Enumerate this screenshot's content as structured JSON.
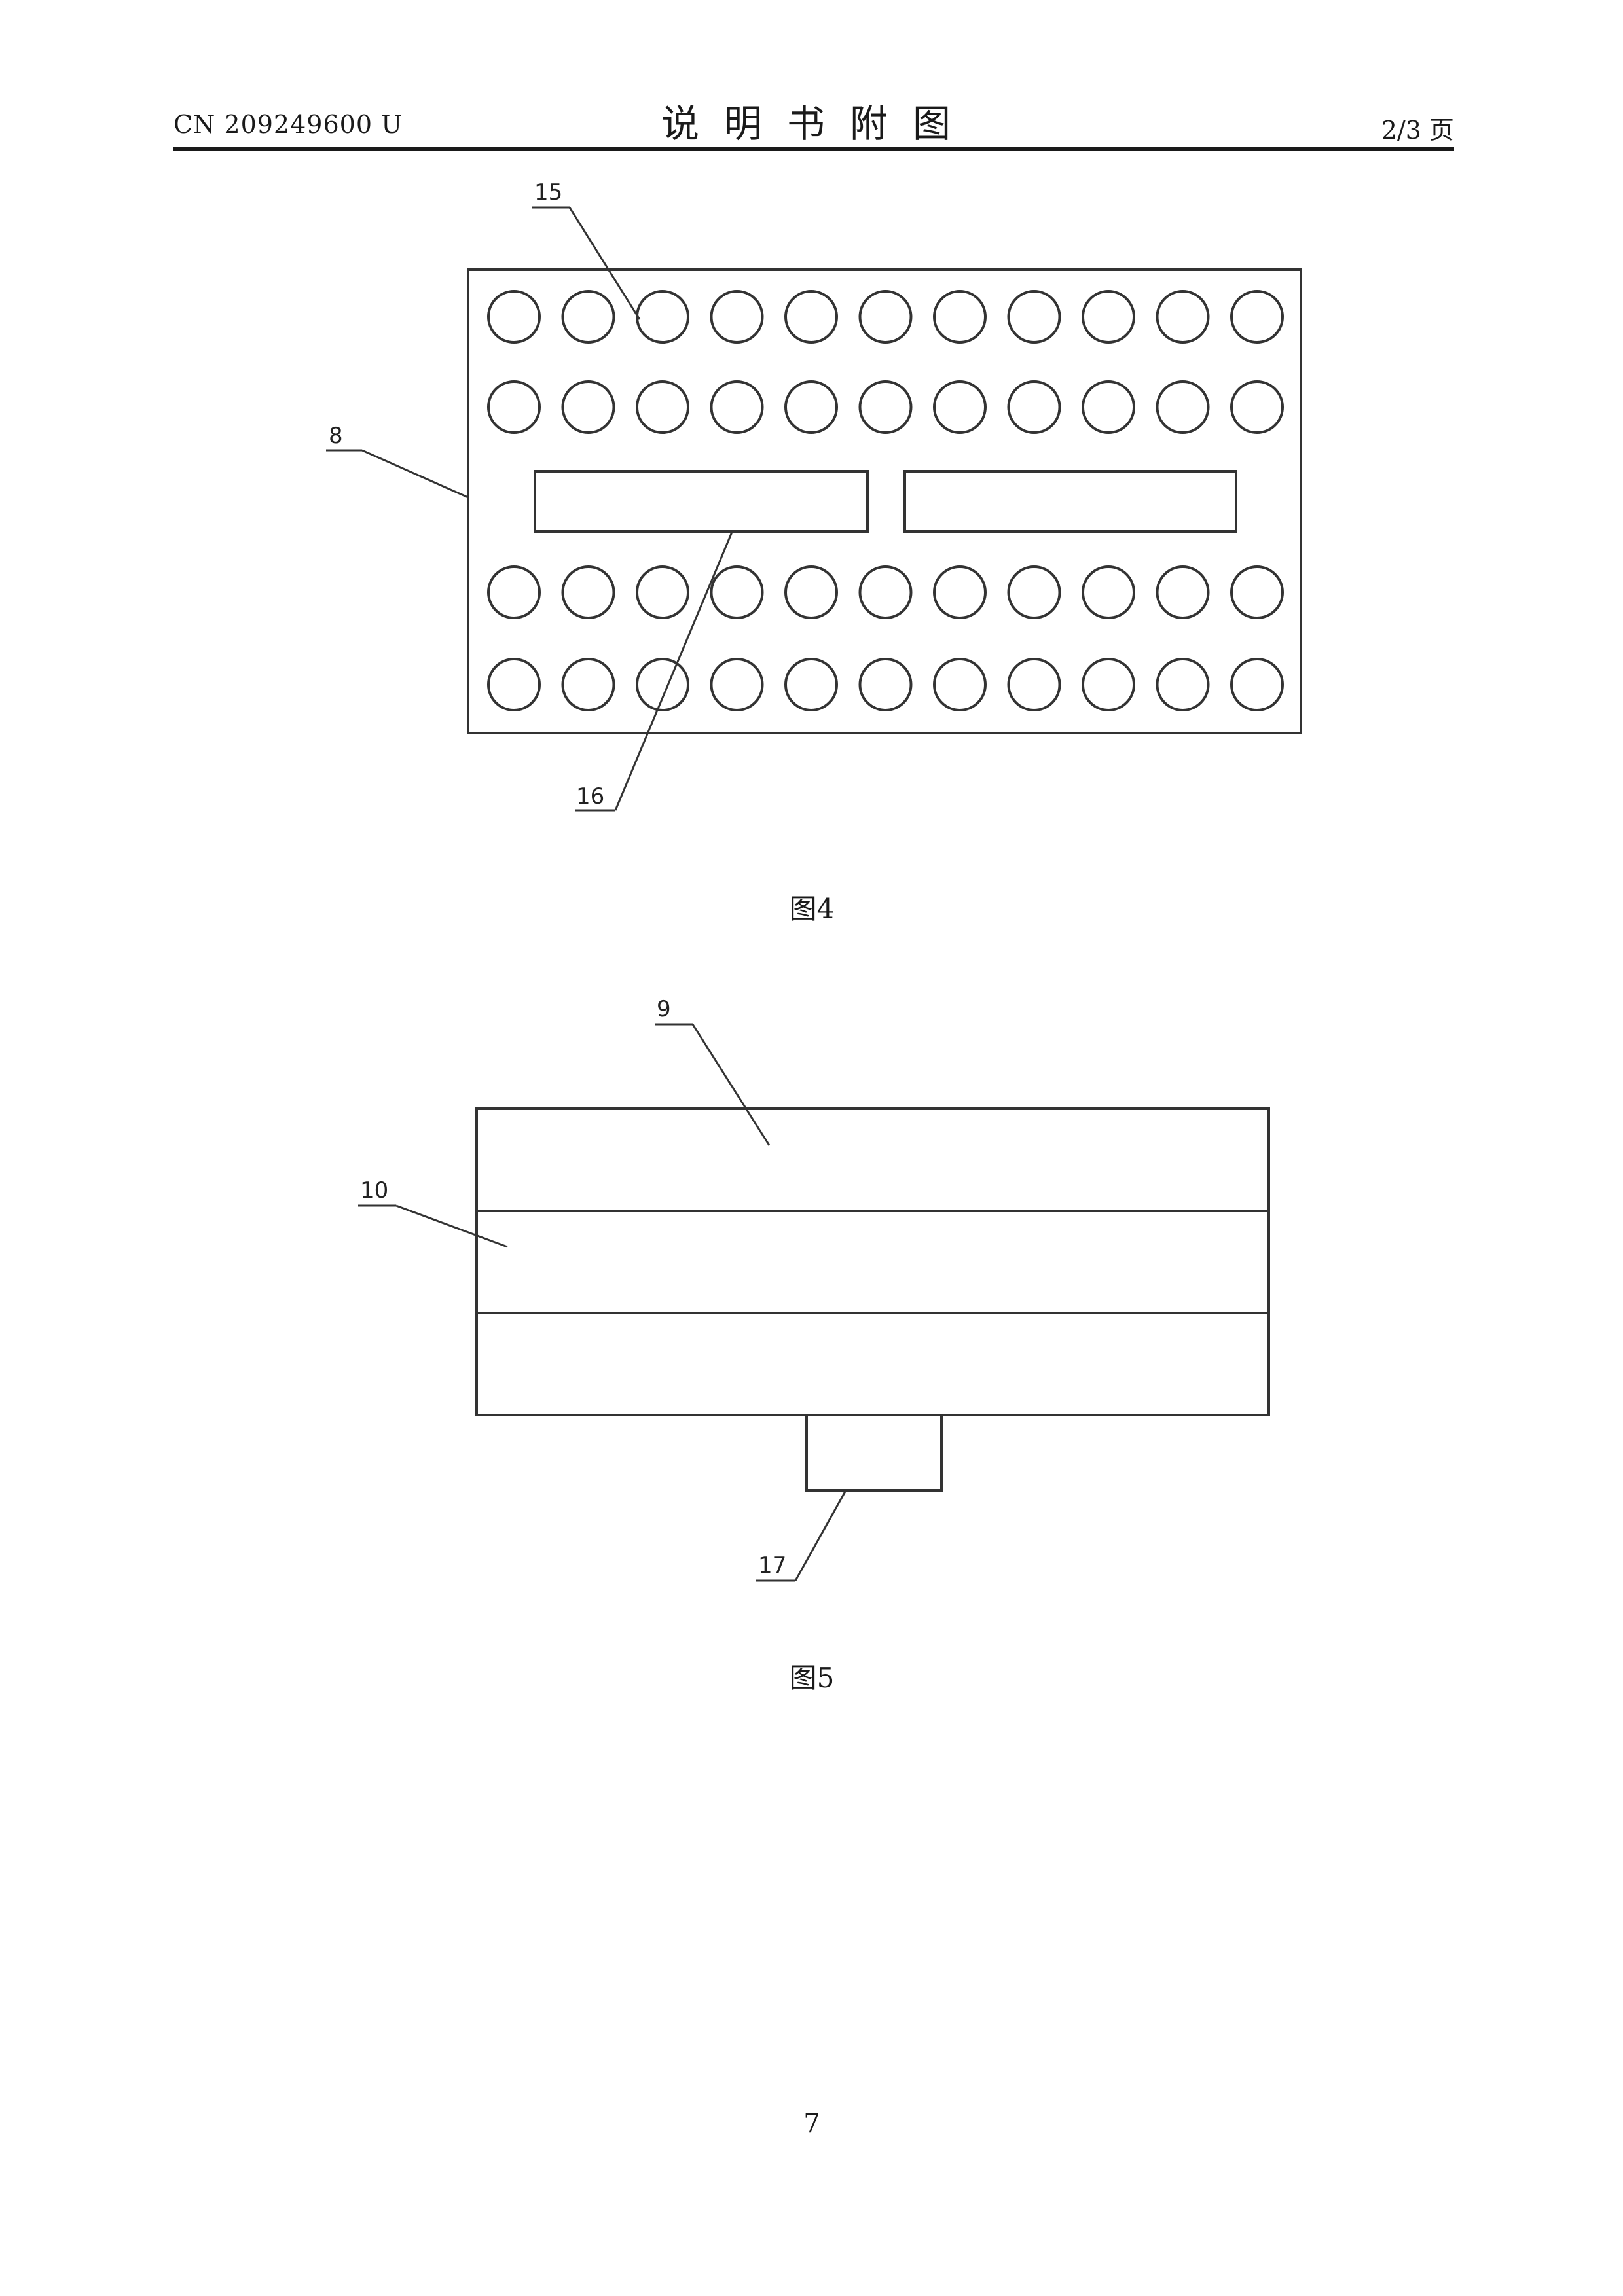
{
  "header": {
    "patent_number": "CN 209249600 U",
    "title": "说明书附图",
    "page_indicator": "2/3 页"
  },
  "figure4": {
    "caption": "图4",
    "labels": [
      "15",
      "8",
      "16"
    ]
  },
  "figure5": {
    "caption": "图5",
    "labels": [
      "9",
      "10",
      "17"
    ]
  },
  "footer": {
    "page_number": "7"
  }
}
